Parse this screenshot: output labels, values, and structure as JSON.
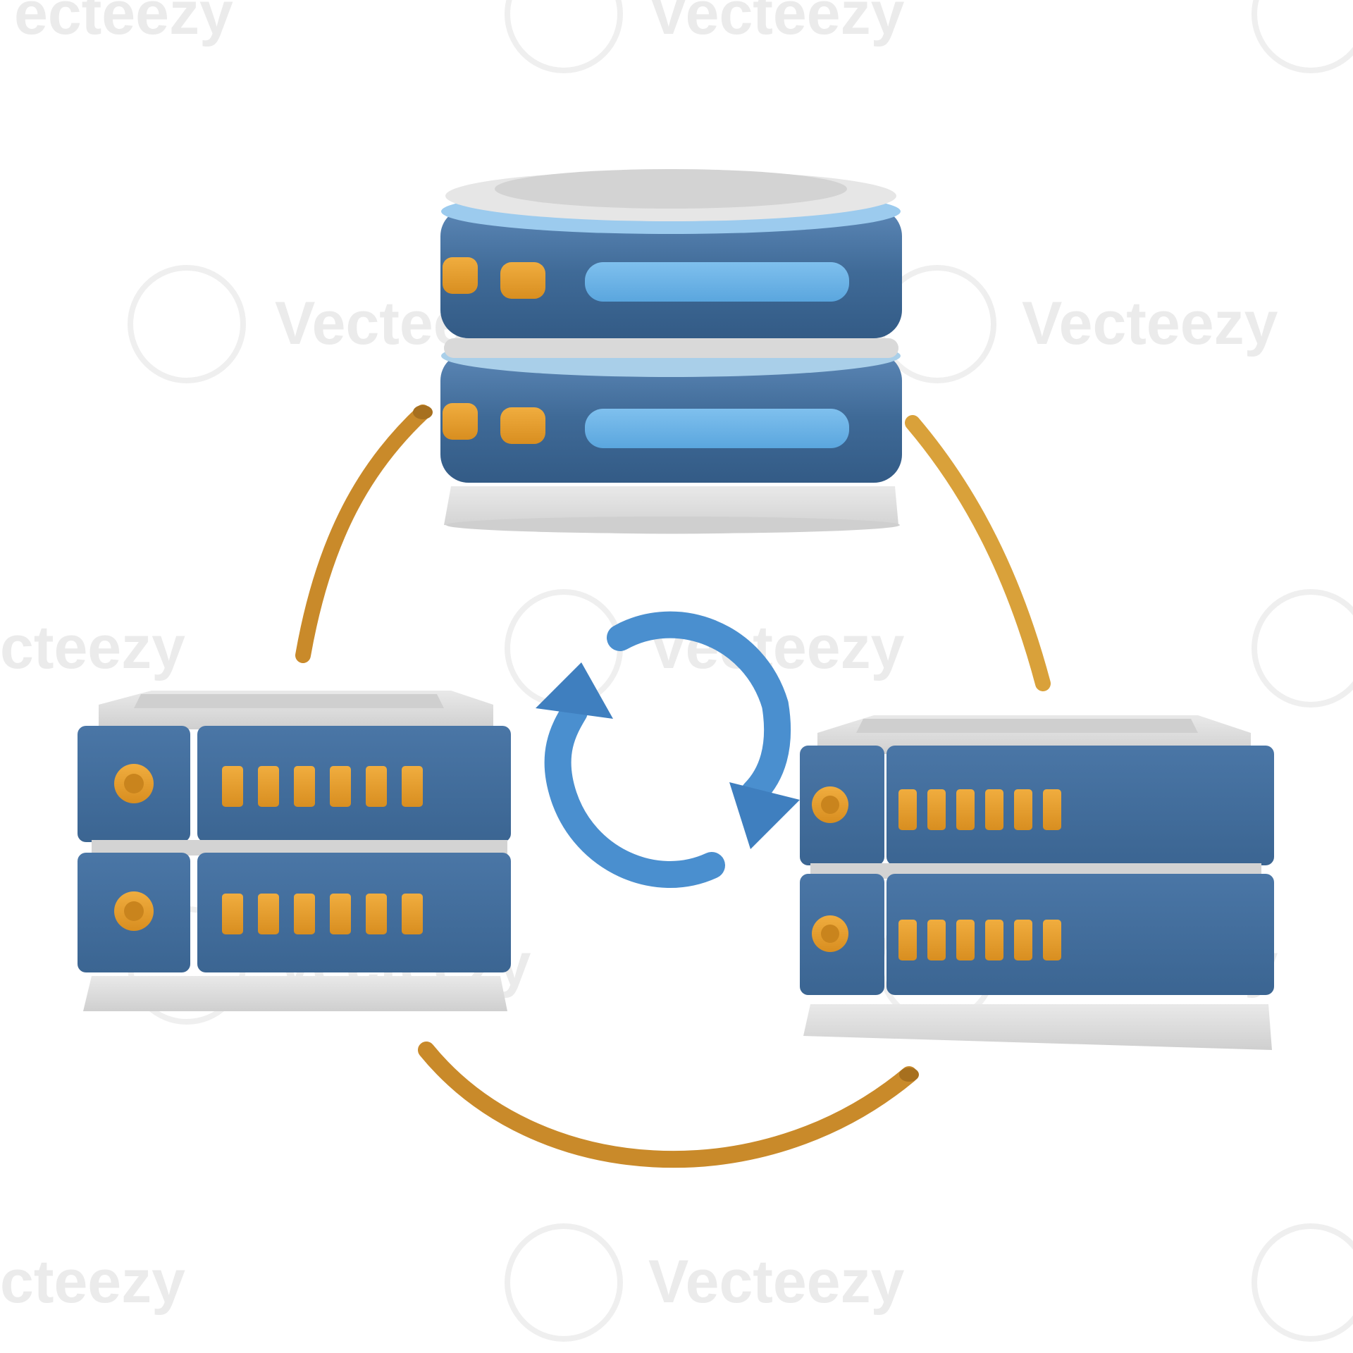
{
  "watermark": {
    "text": "Vecteezy",
    "fragment_left": "cteezy",
    "fragment_top": "ecteezy",
    "color": "#e6e6e6"
  },
  "colors": {
    "background": "#ffffff",
    "server_blue": "#3f6a97",
    "server_blue_dark": "#2f5279",
    "server_light": "#d8d8d8",
    "accent_orange": "#e19a2c",
    "cable_orange": "#c98a2a",
    "sync_blue": "#4a8fcf"
  },
  "icons": {
    "database": "database-stack-icon",
    "server_left": "server-rack-icon",
    "server_right": "server-rack-icon",
    "sync": "sync-arrows-icon",
    "cable": "cable-icon"
  }
}
